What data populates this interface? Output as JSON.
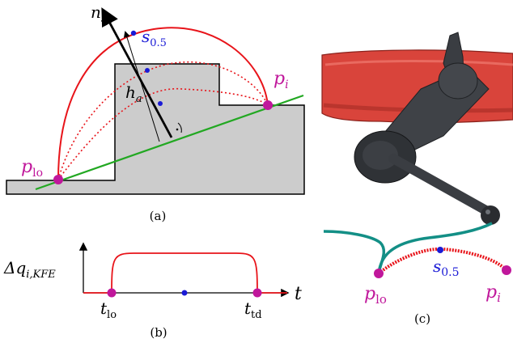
{
  "panel_a": {
    "caption": "(a)",
    "n_s": {
      "main": "n",
      "sub": "s"
    },
    "s_half": {
      "main": "s",
      "sub": "0.5"
    },
    "h_a": {
      "main": "h",
      "sub": "a"
    },
    "p_i": {
      "main": "p",
      "sub": "i"
    },
    "p_lo": {
      "main": "p",
      "sub": "lo"
    }
  },
  "panel_b": {
    "caption": "(b)",
    "ylabel": {
      "main": "Δq",
      "sub": "i,KFE"
    },
    "xlabel": "t",
    "t_lo": {
      "main": "t",
      "sub": "lo"
    },
    "t_td": {
      "main": "t",
      "sub": "td"
    }
  },
  "panel_c": {
    "caption": "(c)",
    "s_half": {
      "main": "s",
      "sub": "0.5"
    },
    "p_lo": {
      "main": "p",
      "sub": "lo"
    },
    "p_i": {
      "main": "p",
      "sub": "i"
    }
  },
  "colors": {
    "trajectory": "#e8141a",
    "slope": "#22a822",
    "marker": "#c0179b",
    "midpoint": "#1a1ad6",
    "terrain": "#cccccc",
    "robot_body": "#e0483e",
    "robot_leg": "#3a3d42",
    "foot_path": "#138f86",
    "label_magenta": "#c0179b",
    "label_blue": "#1a1ad6"
  }
}
